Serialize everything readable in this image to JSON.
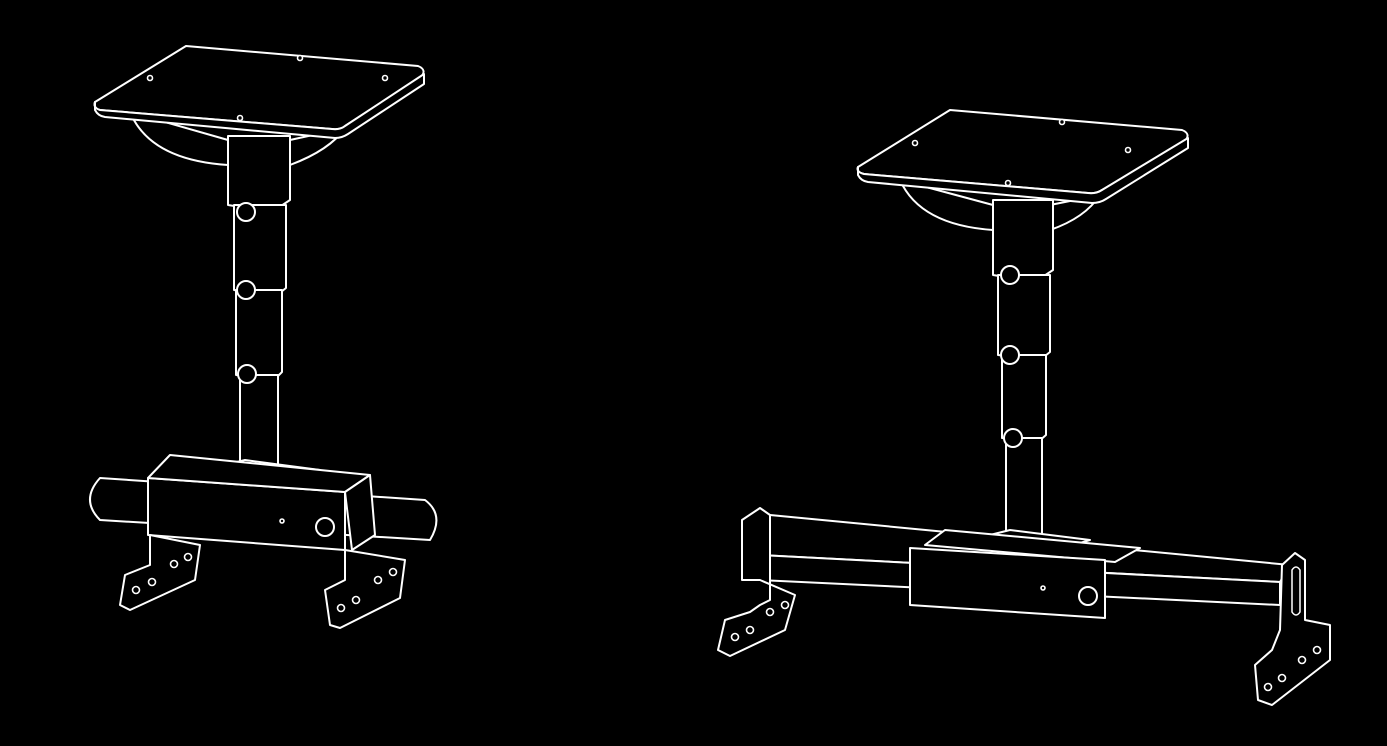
{
  "colors": {
    "background": "#000000",
    "line": "#ffffff"
  },
  "figures": [
    {
      "name": "mount-retracted",
      "knobs": 3,
      "foot_holes": 4
    },
    {
      "name": "mount-extended",
      "knobs": 3,
      "foot_holes": 4
    }
  ]
}
